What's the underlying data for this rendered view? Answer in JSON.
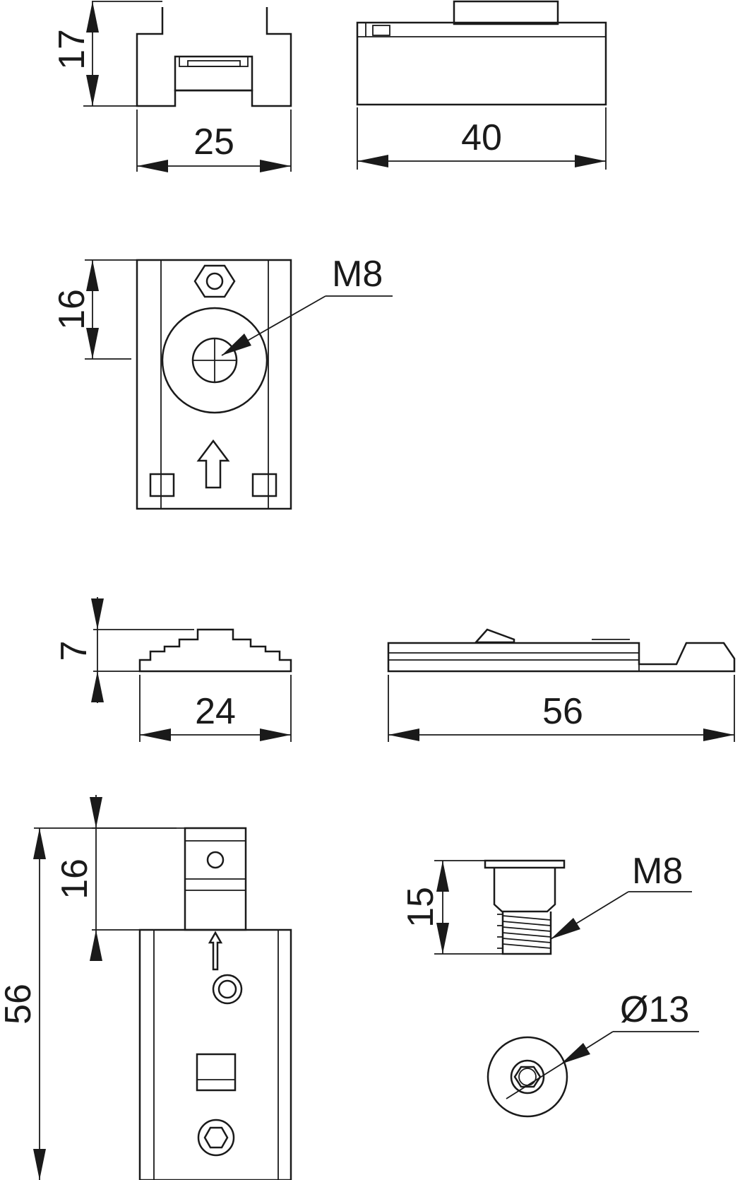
{
  "drawing": {
    "view1": {
      "height_label": "17",
      "width_label": "25"
    },
    "view2": {
      "length_label": "40"
    },
    "view3": {
      "height_label": "16",
      "thread_label": "M8"
    },
    "view4": {
      "height_label": "7",
      "width_label": "24"
    },
    "view5": {
      "length_label": "56"
    },
    "view6": {
      "total_label": "56",
      "top_label": "16"
    },
    "screw": {
      "height_label": "15",
      "thread_label": "M8"
    },
    "washer": {
      "diameter_label": "Ø13"
    }
  }
}
